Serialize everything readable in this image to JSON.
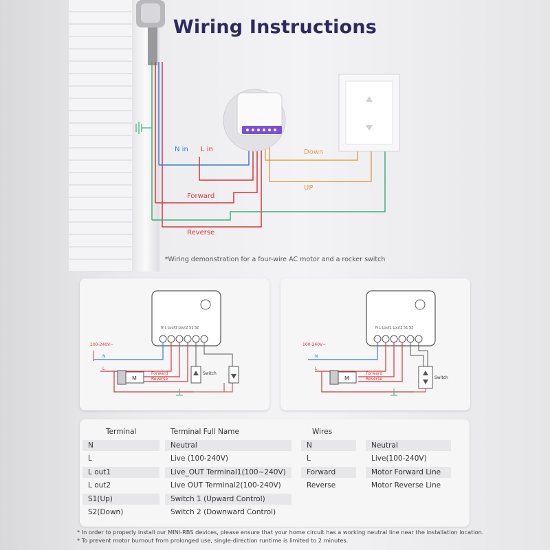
{
  "title": "Wiring Instructions",
  "top_diagram": {
    "labels": {
      "n_in": "N in",
      "l_in": "L in",
      "forward": "Forward",
      "reverse": "Reverse",
      "down": "Down",
      "up": "UP"
    },
    "caption": "*Wiring demonstration for a four-wire AC motor and a rocker switch"
  },
  "left_panel": {
    "voltage": "100-240V~",
    "n": "N",
    "l": "L",
    "forward": "Forward",
    "reverse": "Reverse",
    "motor": "M",
    "switch": "Switch",
    "terminals": "N   L   Lout1  Lout2   S1   S2"
  },
  "right_panel": {
    "voltage": "100-240V~",
    "n": "N",
    "l": "L",
    "forward": "Forward",
    "reverse": "Reverse",
    "motor": "M",
    "switch": "Switch",
    "terminals": "N   L   Lout1  Lout2   S1   S2"
  },
  "terminal_table": {
    "header_terminal": "Terminal",
    "header_full_name": "Terminal Full Name",
    "rows": [
      {
        "terminal": "N",
        "full_name": "Neutral"
      },
      {
        "terminal": "L",
        "full_name": "Live (100-240V)"
      },
      {
        "terminal": "L out1",
        "full_name": "Live_OUT Terminal1(100~240V)"
      },
      {
        "terminal": "L out2",
        "full_name": "Live OUT Terminal2(100-240V)"
      },
      {
        "terminal": "S1(Up)",
        "full_name": "Switch 1 (Upward Control)"
      },
      {
        "terminal": "S2(Down)",
        "full_name": "Switch 2 (Downward Control)"
      }
    ]
  },
  "wires_table": {
    "header": "Wires",
    "rows": [
      {
        "wire": "N",
        "desc": "Neutral"
      },
      {
        "wire": "L",
        "desc": "Live(100-240V)"
      },
      {
        "wire": "Forward",
        "desc": "Motor Forward Line"
      },
      {
        "wire": "Reverse",
        "desc": "Motor Reverse Line"
      }
    ]
  },
  "footnotes": [
    "* In order to properly install our MINI-RBS devices, please ensure that your home circuit has a working neutral line near the installation location.",
    "* To prevent motor burnout from prolonged use, single-direction runtime is limited to 2 minutes."
  ],
  "colors": {
    "title": "#2c2a5e",
    "neutral": "#3a7bd5",
    "live": "#d8343b",
    "forward": "#d8343b",
    "down": "#e0a14a",
    "up": "#e0a14a",
    "switch_green": "#3fae7a",
    "earth": "#3fae7a",
    "device_accent": "#7b4fd6"
  }
}
